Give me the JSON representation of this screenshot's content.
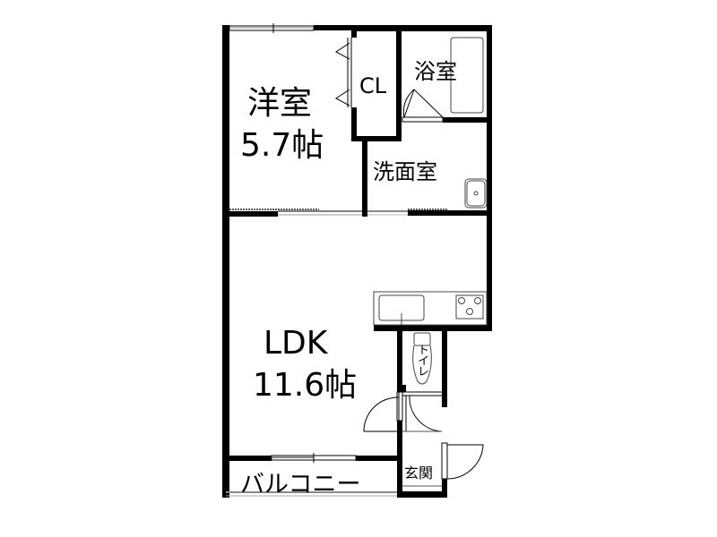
{
  "floor_plan": {
    "rooms": {
      "western_room": {
        "name": "洋室",
        "size": "5.7帖"
      },
      "closet": {
        "name": "CL"
      },
      "bathroom": {
        "name": "浴室"
      },
      "washroom": {
        "name": "洗面室"
      },
      "ldk": {
        "name": "LDK",
        "size": "11.6帖"
      },
      "toilet": {
        "name": "トイレ"
      },
      "entrance": {
        "name": "玄関"
      },
      "balcony": {
        "name": "バルコニー"
      }
    },
    "colors": {
      "wall": "#000000",
      "fixture_line": "#444444",
      "window_gray": "#9a9a9a",
      "background": "#ffffff"
    }
  }
}
